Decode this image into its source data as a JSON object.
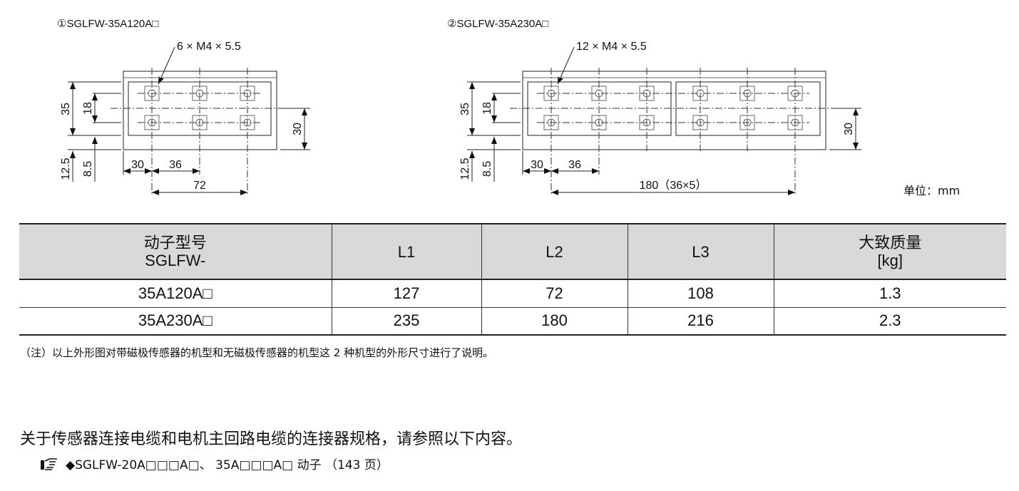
{
  "drawing1": {
    "title": "①SGLFW-35A120A□",
    "holes": "6 × M4 × 5.5",
    "dims": {
      "d35": "35",
      "d18": "18",
      "d30v": "30",
      "d125": "12.5",
      "d85": "8.5",
      "d30": "30",
      "d36": "36",
      "d72": "72"
    }
  },
  "drawing2": {
    "title": "②SGLFW-35A230A□",
    "holes": "12 × M4 × 5.5",
    "dims": {
      "d35": "35",
      "d18": "18",
      "d30v": "30",
      "d125": "12.5",
      "d85": "8.5",
      "d30": "30",
      "d36": "36",
      "d180": "180（36×5）"
    }
  },
  "unit": "单位：mm",
  "table": {
    "headers": [
      [
        "动子型号",
        "SGLFW-"
      ],
      [
        "L1"
      ],
      [
        "L2"
      ],
      [
        "L3"
      ],
      [
        "大致质量",
        "[kg]"
      ]
    ],
    "rows": [
      [
        "35A120A□",
        "127",
        "72",
        "108",
        "1.3"
      ],
      [
        "35A230A□",
        "235",
        "180",
        "216",
        "2.3"
      ]
    ]
  },
  "note": "（注）以上外形图对带磁极传感器的机型和无磁极传感器的机型这 2 种机型的外形尺寸进行了说明。",
  "reference": "关于传感器连接电缆和电机主回路电缆的连接器规格，请参照以下内容。",
  "link": {
    "text": "◆SGLFW-20A□□□A□、 35A□□□A□ 动子 （143 页）"
  }
}
